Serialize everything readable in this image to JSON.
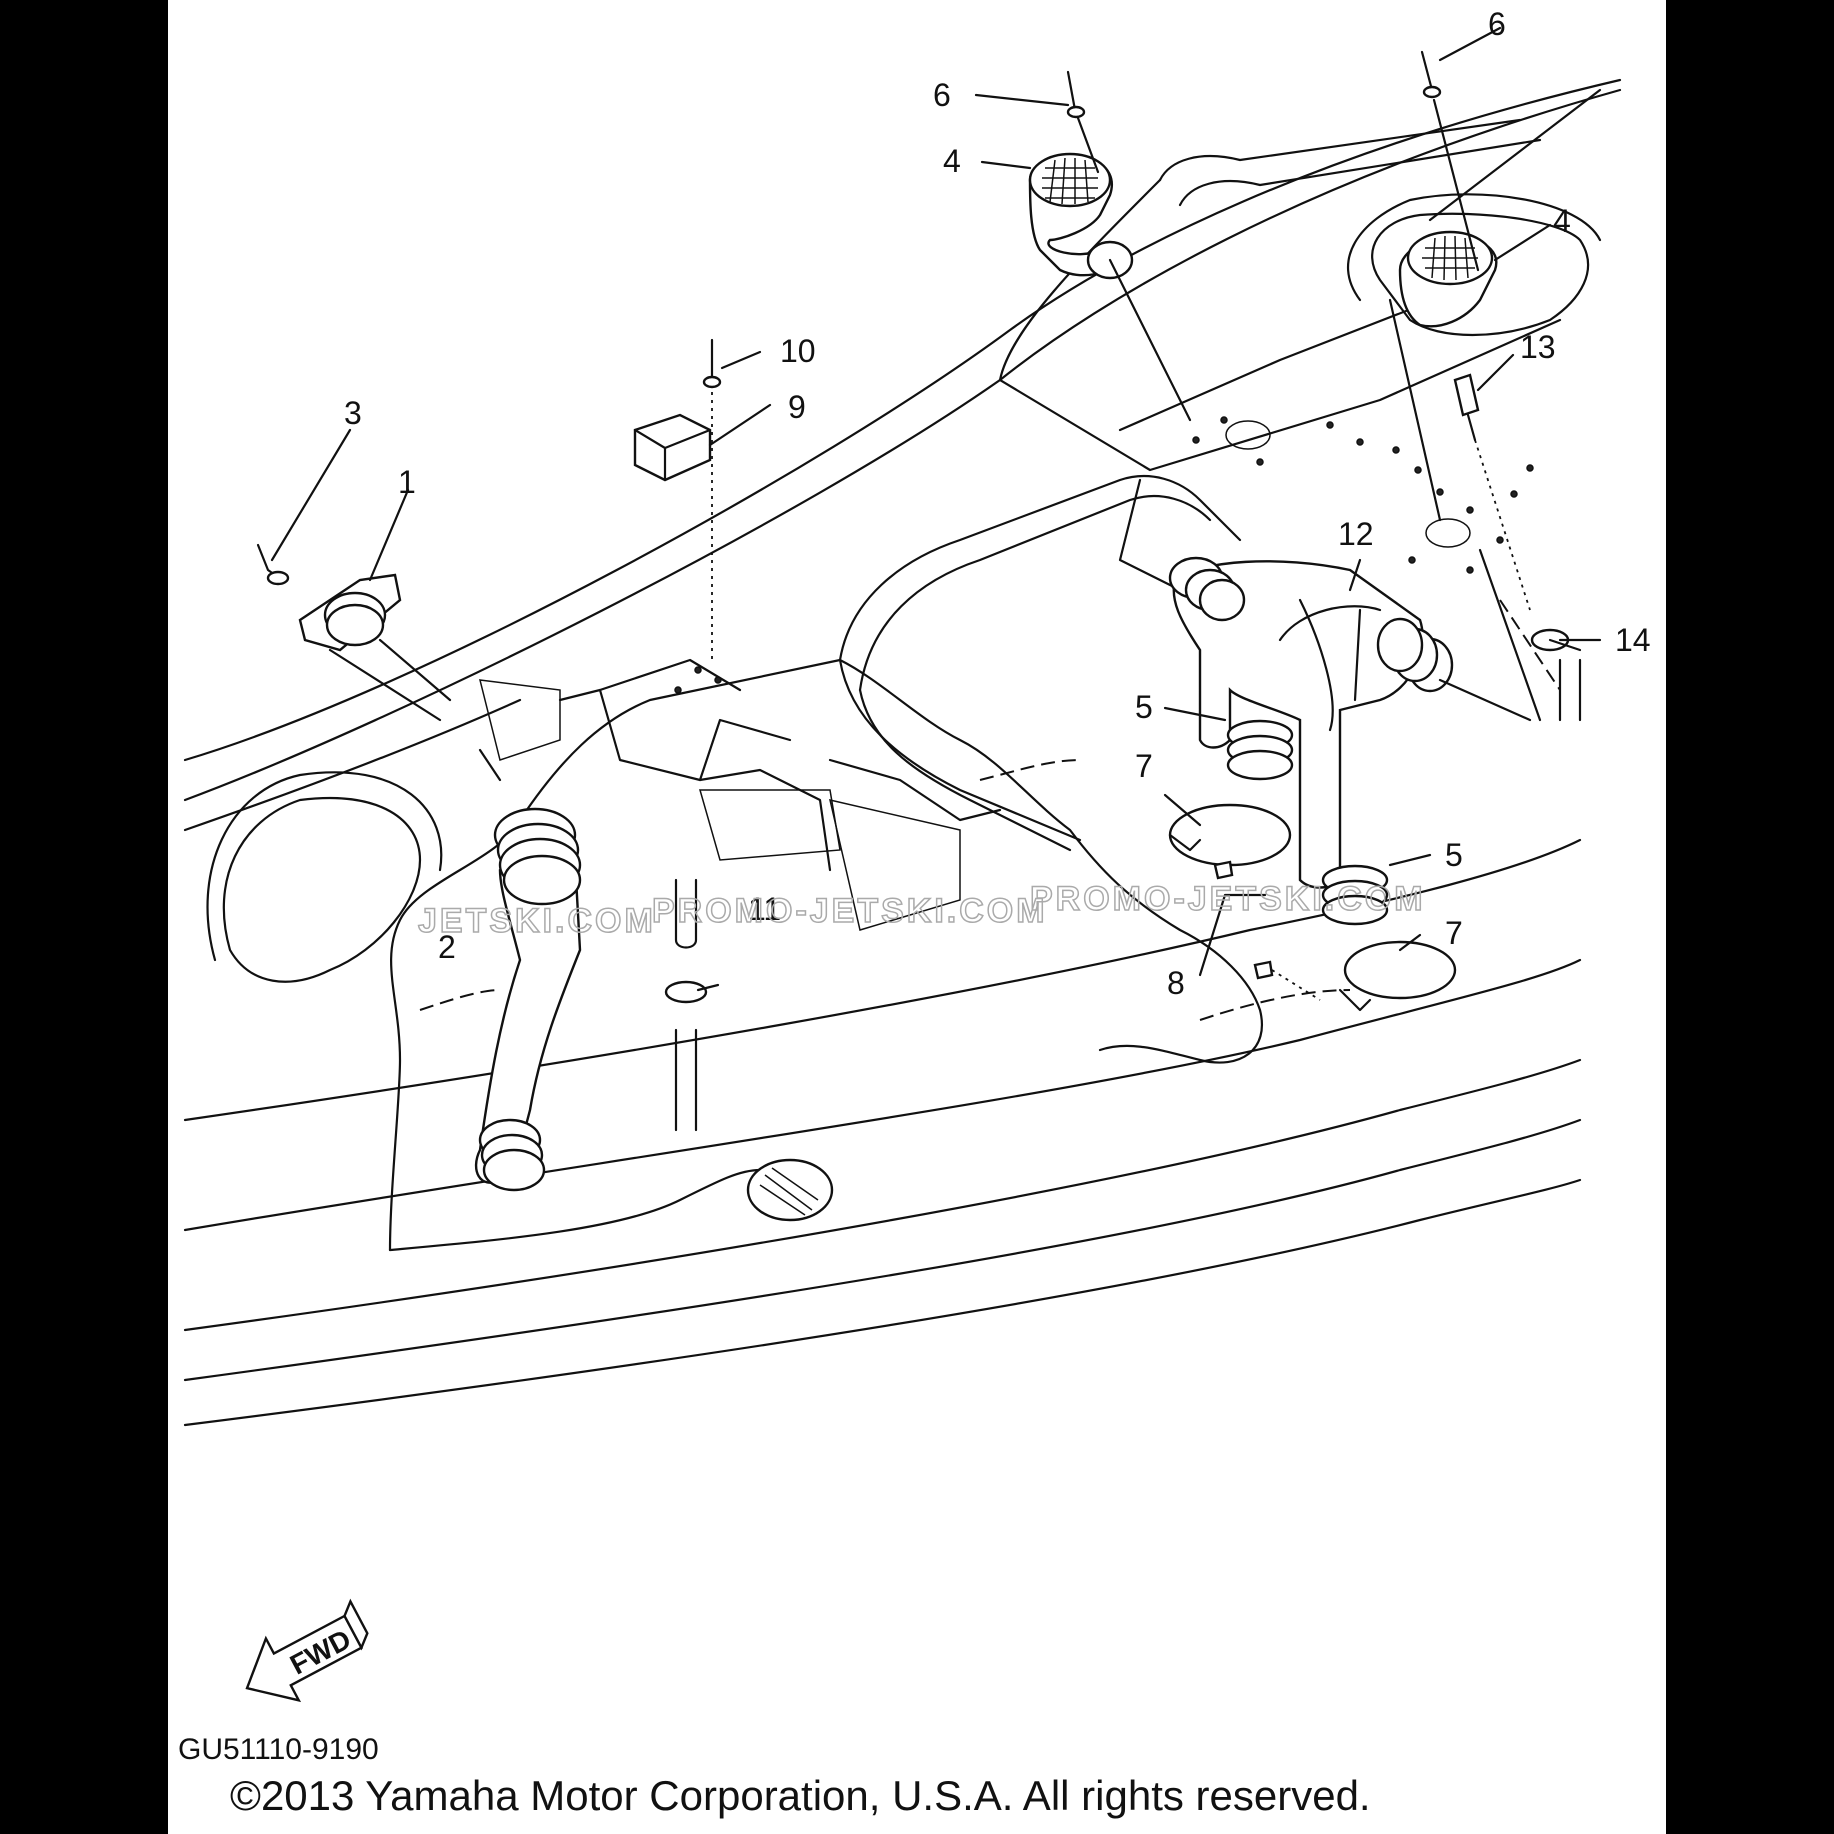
{
  "diagram": {
    "callouts": [
      {
        "id": "c1",
        "label": "1"
      },
      {
        "id": "c2",
        "label": "2"
      },
      {
        "id": "c3",
        "label": "3"
      },
      {
        "id": "c4a",
        "label": "4"
      },
      {
        "id": "c4b",
        "label": "4"
      },
      {
        "id": "c5a",
        "label": "5"
      },
      {
        "id": "c5b",
        "label": "5"
      },
      {
        "id": "c6a",
        "label": "6"
      },
      {
        "id": "c6b",
        "label": "6"
      },
      {
        "id": "c7a",
        "label": "7"
      },
      {
        "id": "c7b",
        "label": "7"
      },
      {
        "id": "c8",
        "label": "8"
      },
      {
        "id": "c9",
        "label": "9"
      },
      {
        "id": "c10",
        "label": "10"
      },
      {
        "id": "c11",
        "label": "11"
      },
      {
        "id": "c12",
        "label": "12"
      },
      {
        "id": "c13",
        "label": "13"
      },
      {
        "id": "c14",
        "label": "14"
      }
    ],
    "fwd_label": "FWD",
    "watermarks": [
      "JETSKI.COM",
      "PROMO-JETSKI.COM",
      "PROMO-JETSKI.COM"
    ],
    "drawing_code": "GU51110-9190",
    "copyright": "©2013 Yamaha Motor Corporation, U.S.A. All rights reserved."
  },
  "colors": {
    "line": "#111111",
    "background": "#ffffff",
    "border": "#000000"
  }
}
